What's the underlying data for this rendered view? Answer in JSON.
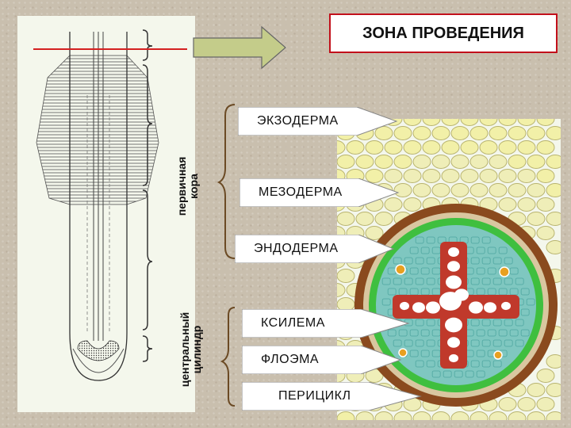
{
  "title": "ЗОНА ПРОВЕДЕНИЯ",
  "labels": {
    "primary_cortex": [
      "первичная",
      "кора"
    ],
    "central_cylinder": [
      "центральный",
      "цилиндр"
    ]
  },
  "callouts": {
    "exodermis": "ЭКЗОДЕРМА",
    "mesodermis": "МЕЗОДЕРМА",
    "endodermis": "ЭНДОДЕРМА",
    "xylem": "КСИЛЕМА",
    "phloem": "ФЛОЭМА",
    "pericycle": "ПЕРИЦИКЛ"
  },
  "colors": {
    "title_border": "#c2101b",
    "callout_fill": "#ffffff",
    "exodermis_cells": "#f2f0a8",
    "endodermis_ring": "#8a4a1e",
    "pericycle_ring": "#3fbf3f",
    "central_fill": "#7fc7c0",
    "xylem": "#c0392b",
    "phloem": "#e8a020"
  }
}
